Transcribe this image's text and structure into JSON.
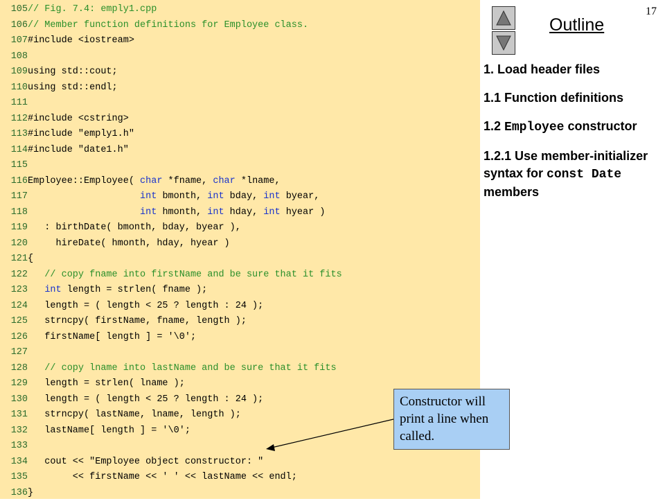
{
  "slide": {
    "number": "17"
  },
  "outline": {
    "title": "Outline",
    "items": [
      {
        "text": "1. Load header files"
      },
      {
        "text": "1.1 Function definitions"
      },
      {
        "prefix": "1.2 ",
        "code": "Employee",
        "suffix": " constructor"
      },
      {
        "prefix": "1.2.1 Use member-initializer syntax for ",
        "code": "const Date",
        "suffix": " members"
      }
    ]
  },
  "navigation": {
    "up_icon": "triangle-up-icon",
    "down_icon": "triangle-down-icon"
  },
  "callout": {
    "text": "Constructor will print a line when called."
  },
  "colors": {
    "code_background": "#ffe8a8",
    "comment": "#2a8f2a",
    "keyword": "#1a33cc",
    "callout_background": "#a9cff4"
  },
  "code": {
    "lines": [
      {
        "num": "105",
        "tokens": [
          {
            "t": "// Fig. 7.4: emply1.cpp",
            "k": "comment"
          }
        ]
      },
      {
        "num": "106",
        "tokens": [
          {
            "t": "// Member function definitions for Employee class.",
            "k": "comment"
          }
        ]
      },
      {
        "num": "107",
        "tokens": [
          {
            "t": "#include <iostream>",
            "k": "plain"
          }
        ]
      },
      {
        "num": "108",
        "tokens": []
      },
      {
        "num": "109",
        "tokens": [
          {
            "t": "using std::cout;",
            "k": "plain"
          }
        ]
      },
      {
        "num": "110",
        "tokens": [
          {
            "t": "using std::endl;",
            "k": "plain"
          }
        ]
      },
      {
        "num": "111",
        "tokens": []
      },
      {
        "num": "112",
        "tokens": [
          {
            "t": "#include <cstring>",
            "k": "plain"
          }
        ]
      },
      {
        "num": "113",
        "tokens": [
          {
            "t": "#include \"emply1.h\"",
            "k": "plain"
          }
        ]
      },
      {
        "num": "114",
        "tokens": [
          {
            "t": "#include \"date1.h\"",
            "k": "plain"
          }
        ]
      },
      {
        "num": "115",
        "tokens": []
      },
      {
        "num": "116",
        "tokens": [
          {
            "t": "Employee::Employee( ",
            "k": "plain"
          },
          {
            "t": "char",
            "k": "keyword"
          },
          {
            "t": " *fname, ",
            "k": "plain"
          },
          {
            "t": "char",
            "k": "keyword"
          },
          {
            "t": " *lname,",
            "k": "plain"
          }
        ]
      },
      {
        "num": "117",
        "tokens": [
          {
            "t": "                    ",
            "k": "plain"
          },
          {
            "t": "int",
            "k": "keyword"
          },
          {
            "t": " bmonth, ",
            "k": "plain"
          },
          {
            "t": "int",
            "k": "keyword"
          },
          {
            "t": " bday, ",
            "k": "plain"
          },
          {
            "t": "int",
            "k": "keyword"
          },
          {
            "t": " byear,",
            "k": "plain"
          }
        ]
      },
      {
        "num": "118",
        "tokens": [
          {
            "t": "                    ",
            "k": "plain"
          },
          {
            "t": "int",
            "k": "keyword"
          },
          {
            "t": " hmonth, ",
            "k": "plain"
          },
          {
            "t": "int",
            "k": "keyword"
          },
          {
            "t": " hday, ",
            "k": "plain"
          },
          {
            "t": "int",
            "k": "keyword"
          },
          {
            "t": " hyear )",
            "k": "plain"
          }
        ]
      },
      {
        "num": "119",
        "tokens": [
          {
            "t": "   : birthDate( bmonth, bday, byear ),",
            "k": "plain"
          }
        ]
      },
      {
        "num": "120",
        "tokens": [
          {
            "t": "     hireDate( hmonth, hday, hyear )",
            "k": "plain"
          }
        ]
      },
      {
        "num": "121",
        "tokens": [
          {
            "t": "{",
            "k": "plain"
          }
        ]
      },
      {
        "num": "122",
        "tokens": [
          {
            "t": "   // copy fname into firstName and be sure that it fits",
            "k": "comment"
          }
        ]
      },
      {
        "num": "123",
        "tokens": [
          {
            "t": "   ",
            "k": "plain"
          },
          {
            "t": "int",
            "k": "keyword"
          },
          {
            "t": " length = strlen( fname );",
            "k": "plain"
          }
        ]
      },
      {
        "num": "124",
        "tokens": [
          {
            "t": "   length = ( length < 25 ? length : 24 );",
            "k": "plain"
          }
        ]
      },
      {
        "num": "125",
        "tokens": [
          {
            "t": "   strncpy( firstName, fname, length );",
            "k": "plain"
          }
        ]
      },
      {
        "num": "126",
        "tokens": [
          {
            "t": "   firstName[ length ] = '\\0';",
            "k": "plain"
          }
        ]
      },
      {
        "num": "127",
        "tokens": []
      },
      {
        "num": "128",
        "tokens": [
          {
            "t": "   // copy lname into lastName and be sure that it fits",
            "k": "comment"
          }
        ]
      },
      {
        "num": "129",
        "tokens": [
          {
            "t": "   length = strlen( lname );",
            "k": "plain"
          }
        ]
      },
      {
        "num": "130",
        "tokens": [
          {
            "t": "   length = ( length < 25 ? length : 24 );",
            "k": "plain"
          }
        ]
      },
      {
        "num": "131",
        "tokens": [
          {
            "t": "   strncpy( lastName, lname, length );",
            "k": "plain"
          }
        ]
      },
      {
        "num": "132",
        "tokens": [
          {
            "t": "   lastName[ length ] = '\\0';",
            "k": "plain"
          }
        ]
      },
      {
        "num": "133",
        "tokens": []
      },
      {
        "num": "134",
        "tokens": [
          {
            "t": "   cout << \"Employee object constructor: \"",
            "k": "plain"
          }
        ]
      },
      {
        "num": "135",
        "tokens": [
          {
            "t": "        << firstName << ' ' << lastName << endl;",
            "k": "plain"
          }
        ]
      },
      {
        "num": "136",
        "tokens": [
          {
            "t": "}",
            "k": "plain"
          }
        ]
      }
    ]
  }
}
